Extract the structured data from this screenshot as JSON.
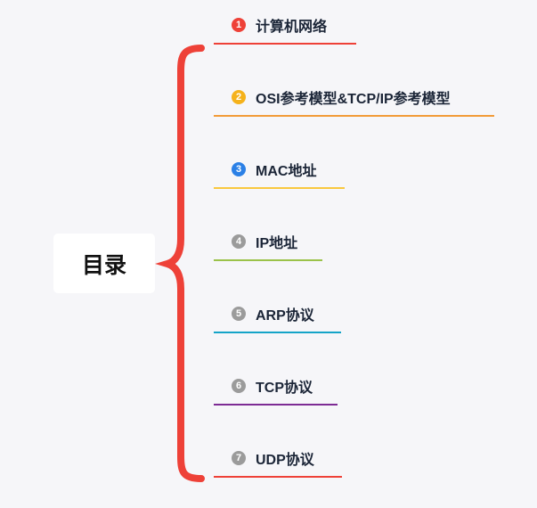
{
  "root": {
    "label": "目录"
  },
  "brace_color": "#ee4138",
  "items": [
    {
      "num": "1",
      "label": "计算机网络",
      "badge_color": "#ee4138",
      "line_color": "#ee4138"
    },
    {
      "num": "2",
      "label": "OSI参考模型&TCP/IP参考模型",
      "badge_color": "#f5b21b",
      "line_color": "#f29b38"
    },
    {
      "num": "3",
      "label": "MAC地址",
      "badge_color": "#2b80e6",
      "line_color": "#f9c83e"
    },
    {
      "num": "4",
      "label": "IP地址",
      "badge_color": "#9b9b9b",
      "line_color": "#9bc24a"
    },
    {
      "num": "5",
      "label": "ARP协议",
      "badge_color": "#9b9b9b",
      "line_color": "#15a4c8"
    },
    {
      "num": "6",
      "label": "TCP协议",
      "badge_color": "#9b9b9b",
      "line_color": "#7d2b94"
    },
    {
      "num": "7",
      "label": "UDP协议",
      "badge_color": "#9b9b9b",
      "line_color": "#ee4138"
    }
  ]
}
